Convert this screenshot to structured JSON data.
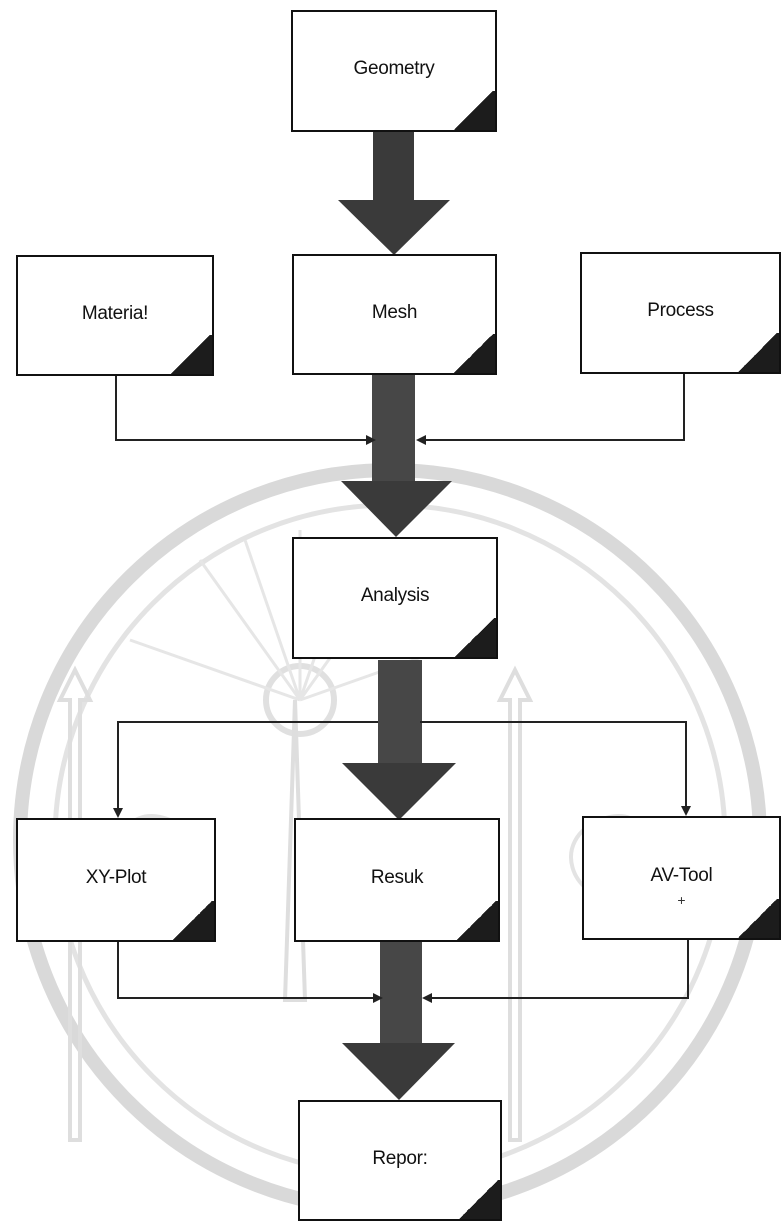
{
  "diagram": {
    "nodes": [
      {
        "id": "geometry",
        "label": "Geometry"
      },
      {
        "id": "material",
        "label": "Materia!"
      },
      {
        "id": "mesh",
        "label": "Mesh"
      },
      {
        "id": "process",
        "label": "Process"
      },
      {
        "id": "analysis",
        "label": "Analysis"
      },
      {
        "id": "xyplot",
        "label": "XY-Plot"
      },
      {
        "id": "result",
        "label": "Resuk"
      },
      {
        "id": "avtool",
        "label": "AV-Tool",
        "mark": "+"
      },
      {
        "id": "report",
        "label": "Repor:"
      }
    ],
    "edges": [
      {
        "from": "geometry",
        "to": "mesh",
        "style": "thick"
      },
      {
        "from": "mesh",
        "to": "analysis",
        "style": "thick"
      },
      {
        "from": "material",
        "to": "mesh-analysis-link",
        "style": "thin"
      },
      {
        "from": "process",
        "to": "mesh-analysis-link",
        "style": "thin"
      },
      {
        "from": "analysis",
        "to": "result",
        "style": "thick"
      },
      {
        "from": "analysis",
        "to": "xyplot",
        "style": "thin"
      },
      {
        "from": "analysis",
        "to": "avtool",
        "style": "thin"
      },
      {
        "from": "result",
        "to": "report",
        "style": "thick"
      },
      {
        "from": "xyplot",
        "to": "result-report-link",
        "style": "thin"
      },
      {
        "from": "avtool",
        "to": "result-report-link",
        "style": "thin"
      }
    ],
    "colors": {
      "box_border": "#111111",
      "corner": "#1c1c1c",
      "thick_arrow": "#3a3a3a",
      "thin_line": "#222222",
      "watermark": "#d9d9d9"
    }
  },
  "watermark": {
    "type": "university-seal"
  }
}
